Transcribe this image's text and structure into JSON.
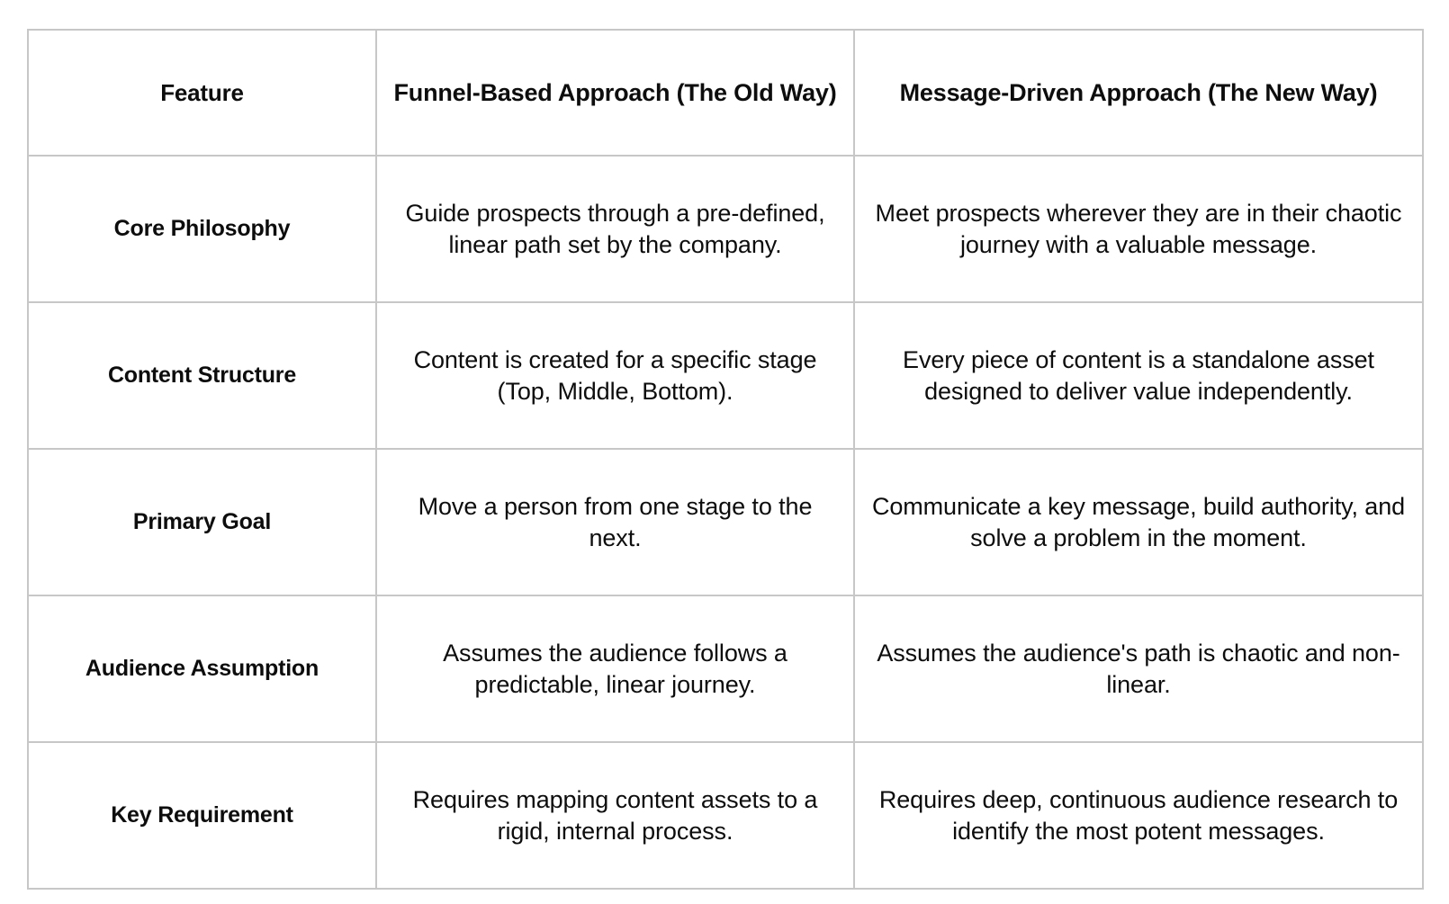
{
  "table": {
    "headers": [
      "Feature",
      "Funnel-Based Approach (The Old Way)",
      "Message-Driven Approach (The New Way)"
    ],
    "rows": [
      {
        "feature": "Core Philosophy",
        "old_way": "Guide prospects through a pre-defined, linear path set by the company.",
        "new_way": "Meet prospects wherever they are in their chaotic journey with a valuable message."
      },
      {
        "feature": "Content Structure",
        "old_way": "Content is created for a specific stage (Top, Middle, Bottom).",
        "new_way": "Every piece of content is a standalone asset designed to deliver value independently."
      },
      {
        "feature": "Primary Goal",
        "old_way": "Move a person from one stage to the next.",
        "new_way": "Communicate a key message, build authority, and solve a problem in the moment."
      },
      {
        "feature": "Audience Assumption",
        "old_way": "Assumes the audience follows a predictable, linear journey.",
        "new_way": "Assumes the audience's path is chaotic and non-linear."
      },
      {
        "feature": "Key Requirement",
        "old_way": "Requires mapping content assets to a rigid, internal process.",
        "new_way": "Requires deep, continuous audience research to identify the most potent messages."
      }
    ]
  },
  "colors": {
    "border": "#c7c7c7",
    "text": "#0d0d0d",
    "background": "#ffffff"
  }
}
